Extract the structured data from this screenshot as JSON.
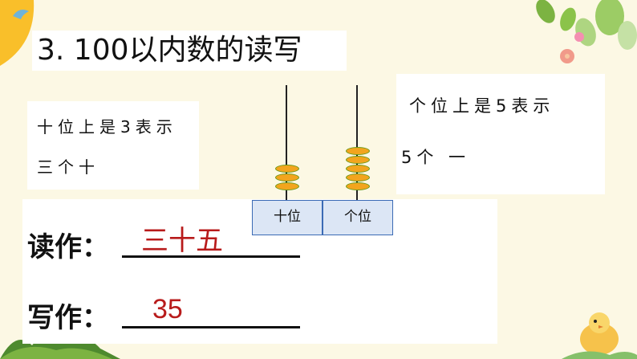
{
  "title": "3.  100以内数的读写",
  "tens_note": {
    "line1": "十位上是3表示",
    "line2": "三个十"
  },
  "ones_note": {
    "line1": "个位上是5表示",
    "line2": "5个 一"
  },
  "abacus": {
    "tens_label": "十位",
    "ones_label": "个位",
    "tens_beads": 3,
    "ones_beads": 5
  },
  "read": {
    "label": "读作：",
    "answer": "三十五"
  },
  "write": {
    "label": "写作：",
    "answer": "35"
  },
  "colors": {
    "answer": "#b81b1b",
    "bead": "#f2a51e",
    "background": "#fcf8e4"
  }
}
